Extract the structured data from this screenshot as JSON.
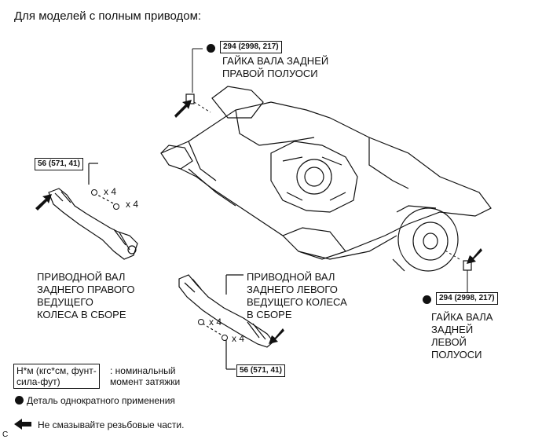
{
  "header": {
    "title": "Для моделей с полным приводом:"
  },
  "callouts": {
    "rear_right_nut": {
      "torque": "294 (2998, 217)",
      "label": "ГАЙКА ВАЛА ЗАДНЕЙ\nПРАВОЙ ПОЛУОСИ"
    },
    "rear_left_nut": {
      "torque": "294 (2998, 217)",
      "label": "ГАЙКА ВАЛА\nЗАДНЕЙ\nЛЕВОЙ\nПОЛУОСИ"
    },
    "right_shaft": {
      "torque": "56 (571, 41)",
      "qty_a": "x 4",
      "qty_b": "x 4",
      "label": "ПРИВОДНОЙ ВАЛ\nЗАДНЕГО ПРАВОГО\nВЕДУЩЕГО\nКОЛЕСА В СБОРЕ"
    },
    "left_shaft": {
      "torque": "56 (571, 41)",
      "qty_a": "x 4",
      "qty_b": "x 4",
      "label": "ПРИВОДНОЙ ВАЛ\nЗАДНЕГО ЛЕВОГО\nВЕДУЩЕГО КОЛЕСА\nВ СБОРЕ"
    }
  },
  "legend": {
    "unit_box": "Н*м (кгс*см, фунт-\nсила-фут)",
    "unit_desc": ": номинальный\nмомент затяжки",
    "single_use": "Деталь однократного применения",
    "no_grease": "Не смазывайте резьбовые части."
  },
  "corner_mark": "C",
  "colors": {
    "ink": "#111111",
    "background": "#ffffff"
  }
}
